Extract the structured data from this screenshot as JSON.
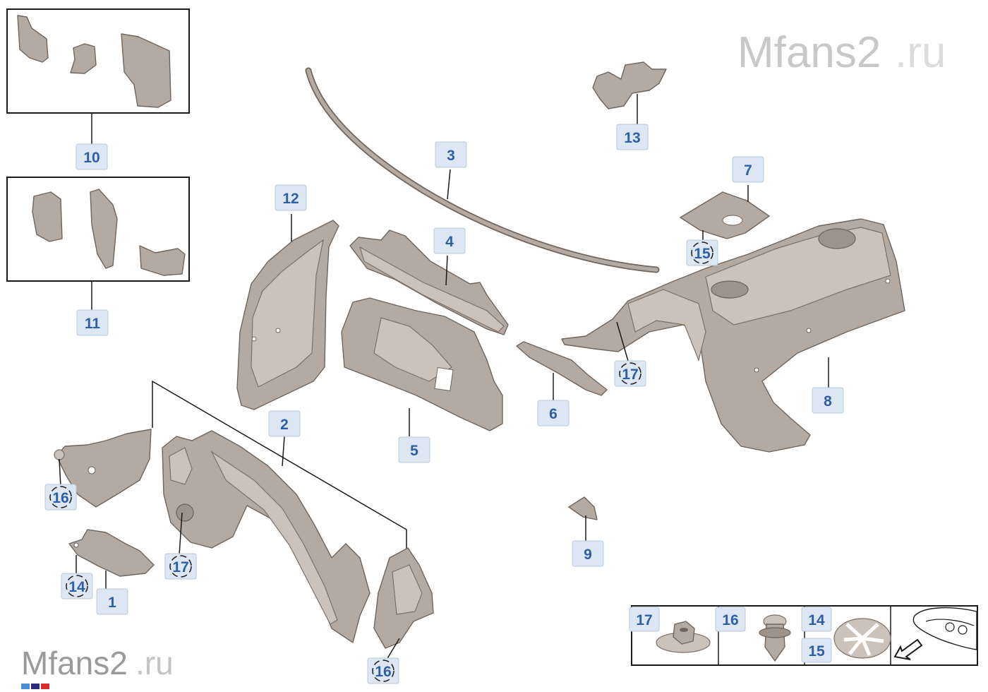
{
  "watermarks": {
    "top_main": "Mfans2",
    "top_suffix": ".ru",
    "bottom_main": "Mfans2",
    "bottom_suffix": ".ru"
  },
  "callouts": {
    "c1": "1",
    "c2": "2",
    "c3": "3",
    "c4": "4",
    "c5": "5",
    "c6": "6",
    "c7": "7",
    "c8": "8",
    "c9": "9",
    "c10": "10",
    "c11": "11",
    "c12": "12",
    "c13": "13",
    "c14": "14",
    "c15": "15",
    "c16_left": "16",
    "c16_bottom": "16",
    "c17_left": "17",
    "c17_right": "17",
    "legend_17": "17",
    "legend_16": "16",
    "legend_14": "14",
    "legend_15": "15"
  },
  "colors": {
    "part_fill": "#b5aaa1",
    "callout_bg": "#dde7f3",
    "callout_text": "#2f5fa3",
    "watermark": "#c8c8c8"
  }
}
